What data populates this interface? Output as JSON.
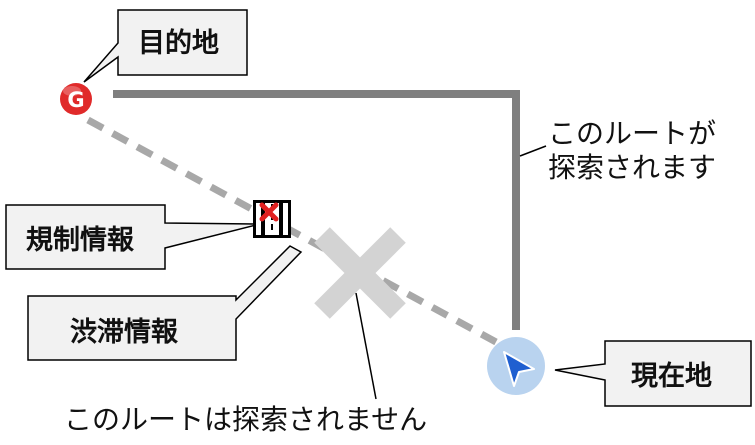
{
  "labels": {
    "destination": "目的地",
    "route_found_line1": "このルートが",
    "route_found_line2": "探索されます",
    "regulation_info": "規制情報",
    "traffic_info": "渋滞情報",
    "current_location": "現在地",
    "route_not_found": "このルートは探索されません"
  },
  "markers": {
    "goal_letter": "G"
  },
  "colors": {
    "goal_marker": "#e02a2a",
    "route_line": "#7f7f7f",
    "blocked_route": "#a8a8a8",
    "cross_mark": "#d3d3d3",
    "current_location_circle": "#b9d3ef",
    "current_location_arrow": "#1f5fd0",
    "callout_fill": "#f2f2f2"
  },
  "icons": {
    "goal": "goal-marker-icon",
    "regulation": "road-closure-icon",
    "cross": "cross-mark-icon",
    "current_location": "navigation-arrow-icon"
  }
}
